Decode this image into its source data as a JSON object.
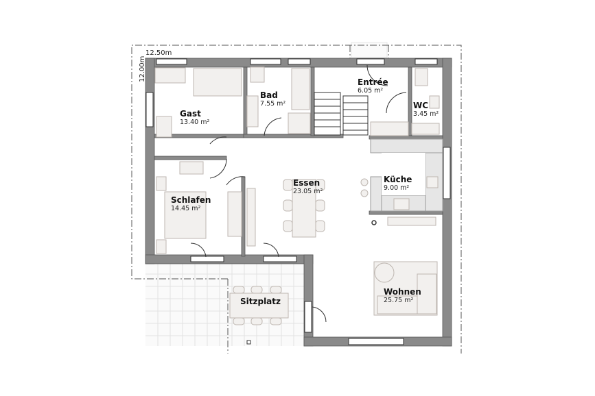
{
  "plan": {
    "dimensions": {
      "width": "12.50m",
      "height": "12.00m"
    },
    "rooms": [
      {
        "id": "gast",
        "name": "Gast",
        "area": "13.40 m²"
      },
      {
        "id": "bad",
        "name": "Bad",
        "area": "7.55 m²"
      },
      {
        "id": "entree",
        "name": "Entrée",
        "area": "6.05 m²"
      },
      {
        "id": "wc",
        "name": "WC",
        "area": "3.45 m²"
      },
      {
        "id": "schlafen",
        "name": "Schlafen",
        "area": "14.45 m²"
      },
      {
        "id": "essen",
        "name": "Essen",
        "area": "23.05 m²"
      },
      {
        "id": "kueche",
        "name": "Küche",
        "area": "9.00 m²"
      },
      {
        "id": "wohnen",
        "name": "Wohnen",
        "area": "25.75 m²"
      },
      {
        "id": "sitzplatz",
        "name": "Sitzplatz",
        "area": ""
      }
    ],
    "colors": {
      "wall": "#8a8a8a",
      "furniture": "#f2f0ee",
      "kitchen": "#e6e6e6",
      "tile": "#e2e2e2"
    }
  }
}
